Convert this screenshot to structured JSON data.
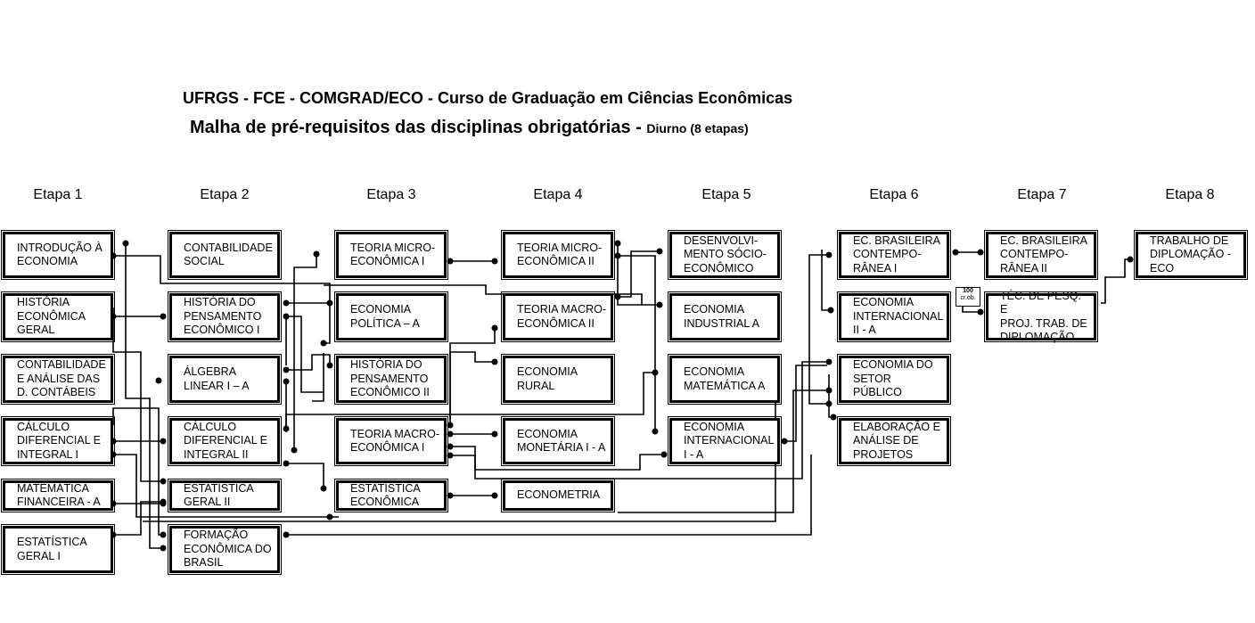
{
  "header": {
    "title": "UFRGS - FCE - COMGRAD/ECO - Curso de Graduação em Ciências Econômicas",
    "subtitle_main": "Malha de pré-requisitos das disciplinas obrigatórias - ",
    "subtitle_note": "Diurno (8 etapas)"
  },
  "stages": [
    "Etapa 1",
    "Etapa 2",
    "Etapa 3",
    "Etapa 4",
    "Etapa 5",
    "Etapa 6",
    "Etapa 7",
    "Etapa 8"
  ],
  "courses": {
    "c1_1": "INTRODUÇÃO À\nECONOMIA",
    "c1_2": "HISTÓRIA\nECONÔMICA\nGERAL",
    "c1_3": "CONTABILIDADE\nE ANÁLISE DAS\nD. CONTÁBEIS",
    "c1_4": "CÁLCULO\nDIFERENCIAL E\nINTEGRAL I",
    "c1_5": "MATEMÁTICA\nFINANCEIRA - A",
    "c1_6": "ESTATÍSTICA\nGERAL I",
    "c2_1": "CONTABILIDADE\nSOCIAL",
    "c2_2": "HISTÓRIA DO\nPENSAMENTO\nECONÔMICO I",
    "c2_3": "ÁLGEBRA\nLINEAR I – A",
    "c2_4": "CÁLCULO\nDIFERENCIAL E\nINTEGRAL II",
    "c2_5": "ESTATÍSTICA\nGERAL II",
    "c2_6": "FORMAÇÃO\nECONÔMICA DO\nBRASIL",
    "c3_1": "TEORIA MICRO-\nECONÔMICA I",
    "c3_2": "ECONOMIA\nPOLÍTICA – A",
    "c3_3": "HISTÓRIA DO\nPENSAMENTO\nECONÔMICO II",
    "c3_4": "TEORIA MACRO-\nECONÔMICA I",
    "c3_5": "ESTATÍSTICA\nECONÔMICA",
    "c4_1": "TEORIA MICRO-\nECONÔMICA II",
    "c4_2": "TEORIA MACRO-\nECONÔMICA II",
    "c4_3": "ECONOMIA\nRURAL",
    "c4_4": "ECONOMIA\nMONETÁRIA I - A",
    "c4_5": "ECONOMETRIA",
    "c5_1": "DESENVOLVI-\nMENTO SÓCIO-\nECONÔMICO",
    "c5_2": "ECONOMIA\nINDUSTRIAL A",
    "c5_3": "ECONOMIA\nMATEMÁTICA A",
    "c5_4": "ECONOMIA\nINTERNACIONAL\nI - A",
    "c6_1": "EC. BRASILEIRA\nCONTEMPO-\nRÂNEA I",
    "c6_2": "ECONOMIA\nINTERNACIONAL\nII - A",
    "c6_3": "ECONOMIA DO\nSETOR PÚBLICO",
    "c6_4": "ELABORAÇÃO E\nANÁLISE DE\nPROJETOS",
    "c7_1": "EC. BRASILEIRA\nCONTEMPO-\nRÂNEA II",
    "c7_2": "TÉC. DE PESQ. E\nPROJ. TRAB. DE\nDIPLOMAÇÃO",
    "c8_1": "TRABALHO DE\nDIPLOMAÇÃO -\nECO"
  },
  "badge": {
    "value": "100",
    "unit": "cr.ob."
  }
}
